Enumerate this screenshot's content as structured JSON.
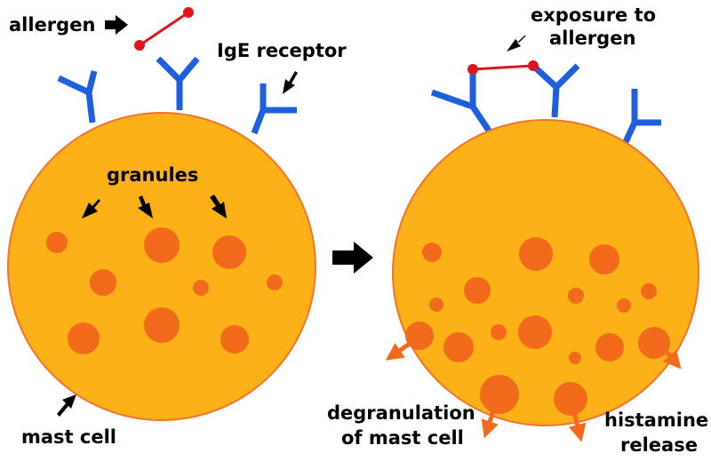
{
  "labels": {
    "allergen": "allergen",
    "ige_receptor": "IgE receptor",
    "granules": "granules",
    "mast_cell": "mast cell",
    "exposure_line1": "exposure to",
    "exposure_line2": "allergen",
    "degranulation_line1": "degranulation",
    "degranulation_line2": "of mast cell",
    "histamine_line1": "histamine",
    "histamine_line2": "release"
  },
  "colors": {
    "cell_fill": "#FBB117",
    "cell_stroke": "#F0742A",
    "granule": "#F26B1D",
    "receptor": "#1E5FE0",
    "allergen": "#E0141E",
    "release_arrow": "#F26B1D",
    "arrow": "#000000"
  },
  "icons": {
    "process_arrow": "right-arrow-icon",
    "pointer_arrow": "pointer-arrow-icon",
    "release_arrow": "release-arrow-icon"
  }
}
